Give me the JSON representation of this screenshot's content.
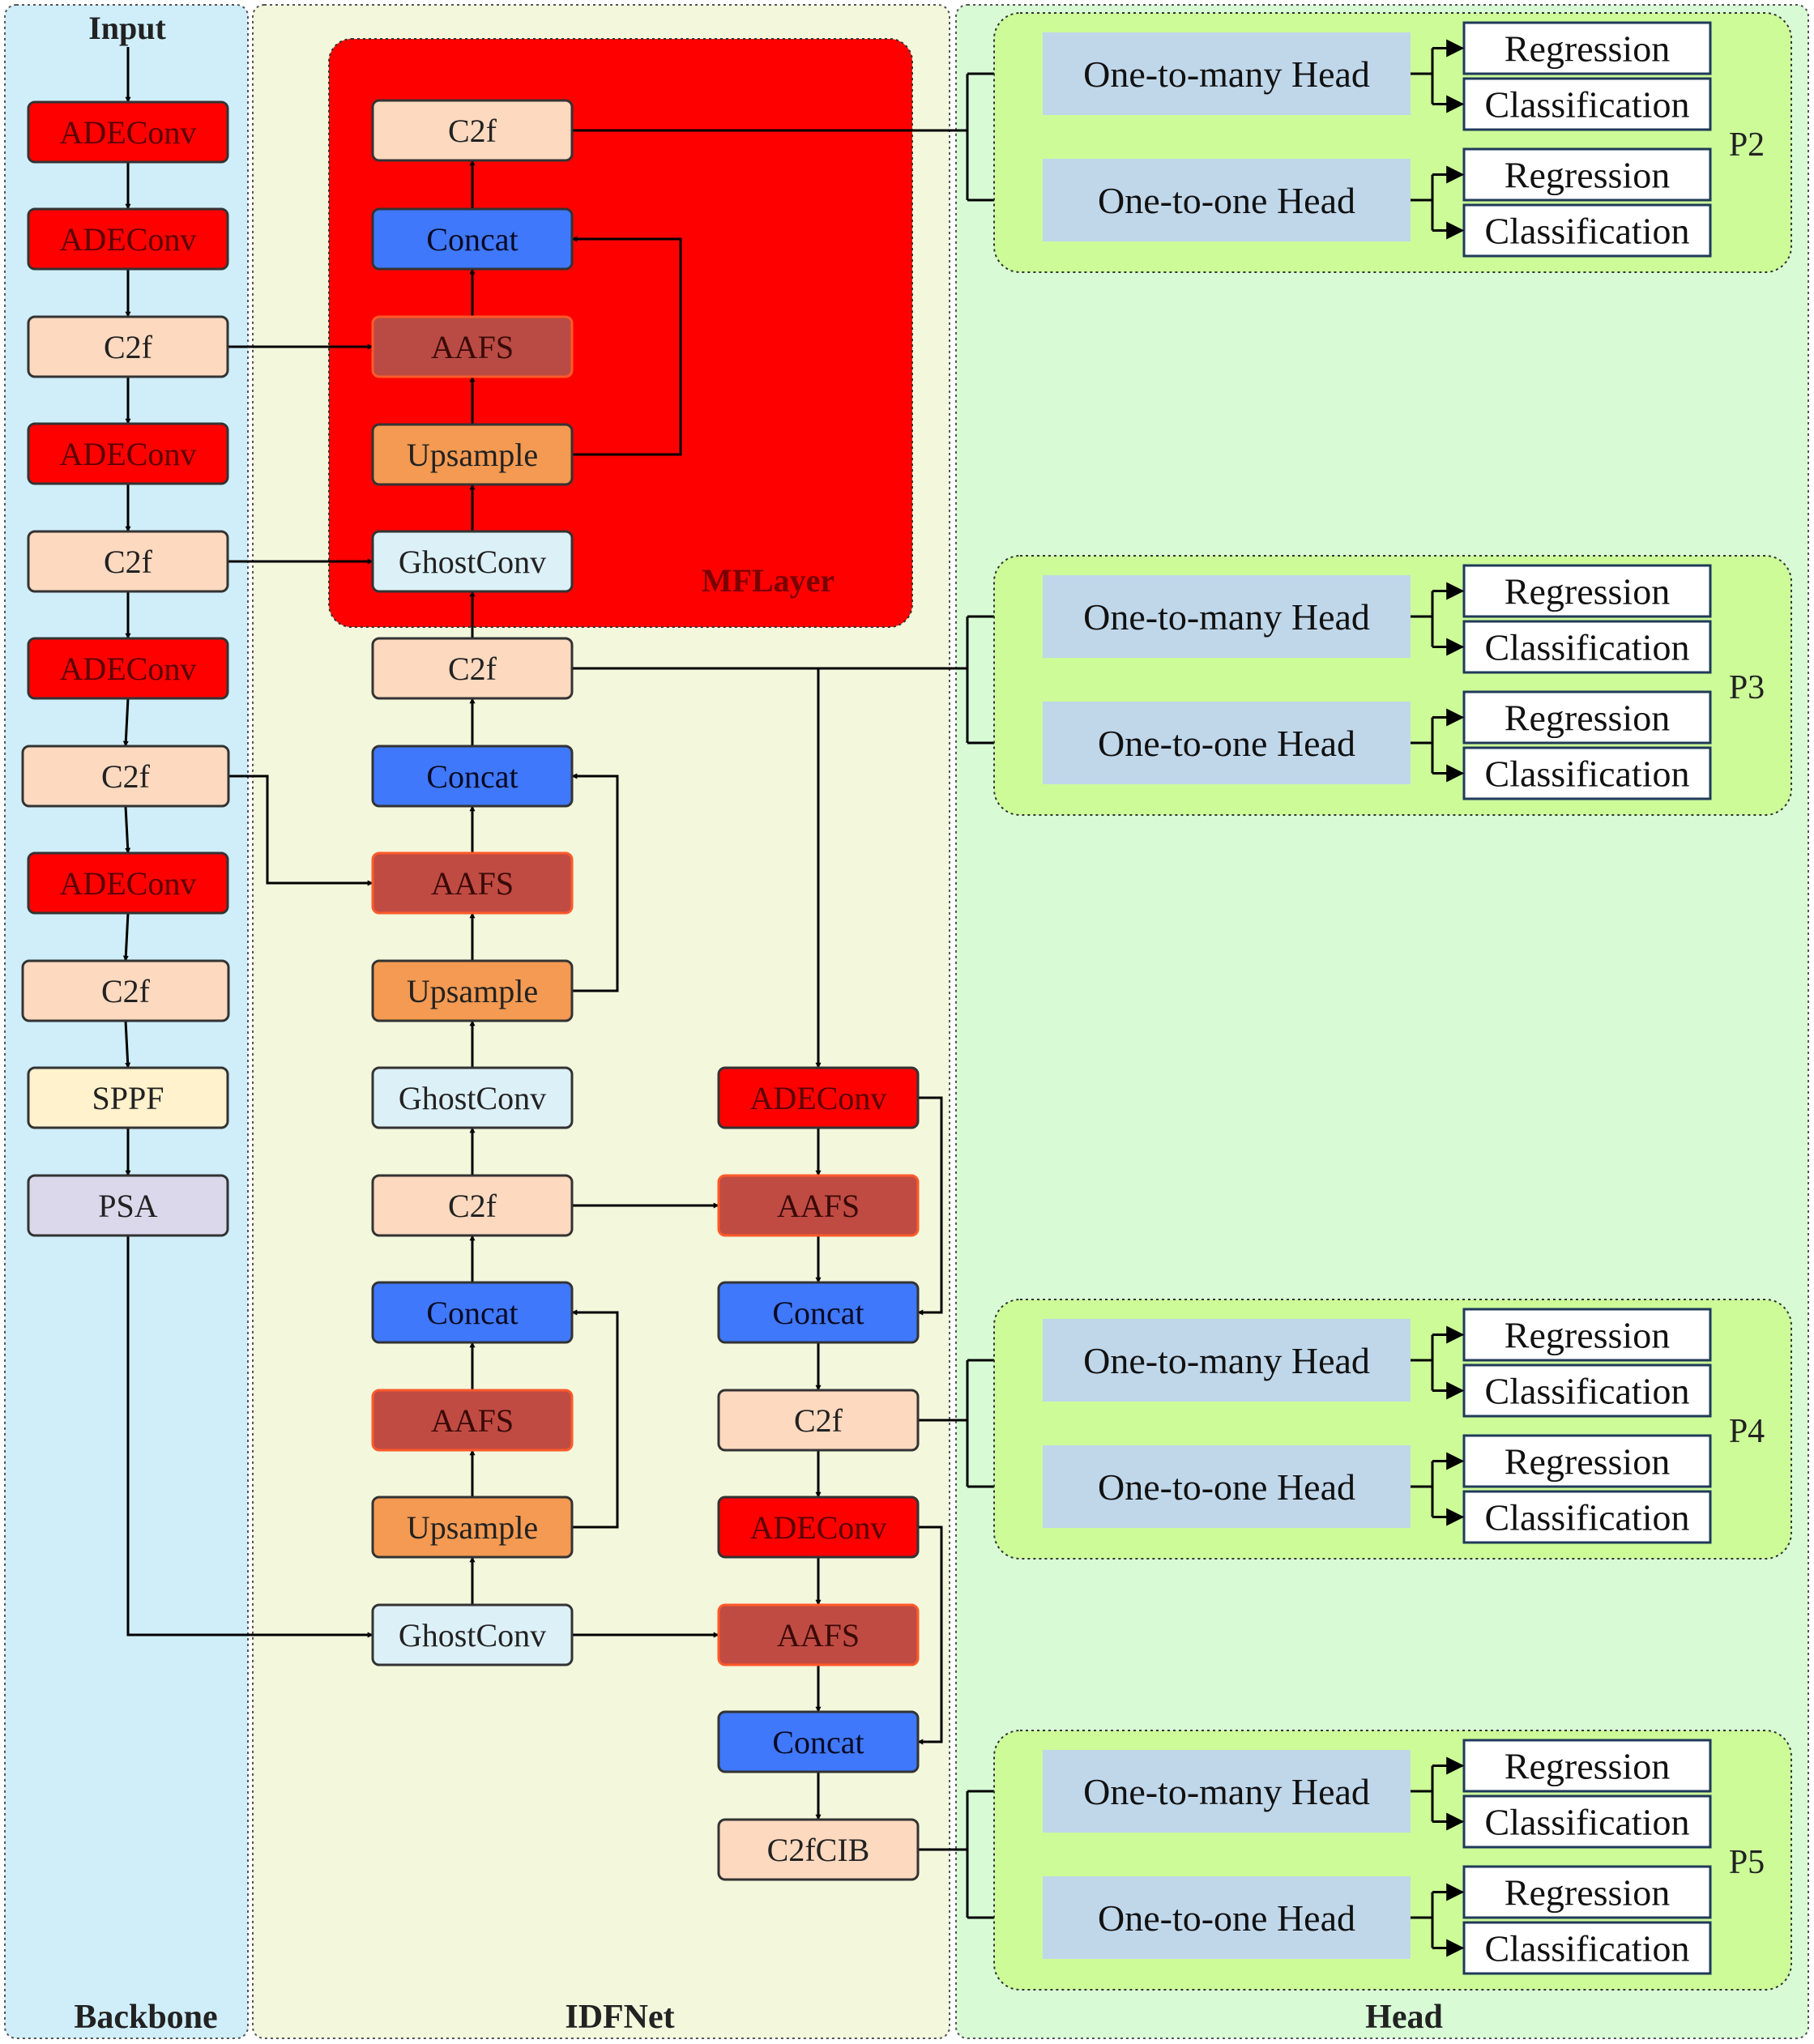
{
  "panels": {
    "backbone": "Backbone",
    "idfnet": "IDFNet",
    "head": "Head",
    "mflayer": "MFLayer"
  },
  "input_label": "Input",
  "backbone_blocks": [
    {
      "id": "bb1",
      "label": "ADEConv",
      "kind": "adeconv"
    },
    {
      "id": "bb2",
      "label": "ADEConv",
      "kind": "adeconv"
    },
    {
      "id": "bb3",
      "label": "C2f",
      "kind": "c2f"
    },
    {
      "id": "bb4",
      "label": "ADEConv",
      "kind": "adeconv"
    },
    {
      "id": "bb5",
      "label": "C2f",
      "kind": "c2f"
    },
    {
      "id": "bb6",
      "label": "ADEConv",
      "kind": "adeconv"
    },
    {
      "id": "bb7",
      "label": "C2f",
      "kind": "c2f"
    },
    {
      "id": "bb8",
      "label": "ADEConv",
      "kind": "adeconv"
    },
    {
      "id": "bb9",
      "label": "C2f",
      "kind": "c2f"
    },
    {
      "id": "bb10",
      "label": "SPPF",
      "kind": "sppf"
    },
    {
      "id": "bb11",
      "label": "PSA",
      "kind": "psa"
    }
  ],
  "neck_left_blocks": [
    {
      "id": "m1",
      "label": "C2f",
      "kind": "c2f"
    },
    {
      "id": "m2",
      "label": "Concat",
      "kind": "concat"
    },
    {
      "id": "m3",
      "label": "AAFS",
      "kind": "aafs_mf"
    },
    {
      "id": "m4",
      "label": "Upsample",
      "kind": "upsample"
    },
    {
      "id": "m5",
      "label": "GhostConv",
      "kind": "ghostconv"
    },
    {
      "id": "n1",
      "label": "C2f",
      "kind": "c2f"
    },
    {
      "id": "n2",
      "label": "Concat",
      "kind": "concat"
    },
    {
      "id": "n3",
      "label": "AAFS",
      "kind": "aafs"
    },
    {
      "id": "n4",
      "label": "Upsample",
      "kind": "upsample"
    },
    {
      "id": "n5",
      "label": "GhostConv",
      "kind": "ghostconv"
    },
    {
      "id": "n6",
      "label": "C2f",
      "kind": "c2f"
    },
    {
      "id": "n7",
      "label": "Concat",
      "kind": "concat"
    },
    {
      "id": "n8",
      "label": "AAFS",
      "kind": "aafs"
    },
    {
      "id": "n9",
      "label": "Upsample",
      "kind": "upsample"
    },
    {
      "id": "n10",
      "label": "GhostConv",
      "kind": "ghostconv"
    }
  ],
  "neck_right_blocks": [
    {
      "id": "r1",
      "label": "ADEConv",
      "kind": "adeconv"
    },
    {
      "id": "r2",
      "label": "AAFS",
      "kind": "aafs"
    },
    {
      "id": "r3",
      "label": "Concat",
      "kind": "concat"
    },
    {
      "id": "r4",
      "label": "C2f",
      "kind": "c2f"
    },
    {
      "id": "r5",
      "label": "ADEConv",
      "kind": "adeconv"
    },
    {
      "id": "r6",
      "label": "AAFS",
      "kind": "aafs"
    },
    {
      "id": "r7",
      "label": "Concat",
      "kind": "concat"
    },
    {
      "id": "r8",
      "label": "C2fCIB",
      "kind": "c2f"
    }
  ],
  "head_groups": [
    {
      "label": "P2",
      "one_to_many": "One-to-many Head",
      "one_to_one": "One-to-one Head",
      "regression": "Regression",
      "classification": "Classification"
    },
    {
      "label": "P3",
      "one_to_many": "One-to-many Head",
      "one_to_one": "One-to-one Head",
      "regression": "Regression",
      "classification": "Classification"
    },
    {
      "label": "P4",
      "one_to_many": "One-to-many Head",
      "one_to_one": "One-to-one Head",
      "regression": "Regression",
      "classification": "Classification"
    },
    {
      "label": "P5",
      "one_to_many": "One-to-many Head",
      "one_to_one": "One-to-one Head",
      "regression": "Regression",
      "classification": "Classification"
    }
  ],
  "colors": {
    "backbone_bg": "#cfeefa",
    "idfnet_bg": "#f3f7dc",
    "head_bg": "#d8fbd6",
    "head_group_bg": "#ccfb98",
    "mflayer_bg": "#ff0000",
    "mflayer_text": "#7a0000",
    "adeconv": "#ff0000",
    "c2f": "#fdd9bf",
    "concat": "#3f78fb",
    "aafs": "#c04b42",
    "aafs_mf": "#b94b44",
    "upsample": "#f49a52",
    "ghostconv": "#dcf0f7",
    "sppf": "#fff2cc",
    "psa": "#dcd8ec",
    "head_box": "#c0d7ea"
  }
}
